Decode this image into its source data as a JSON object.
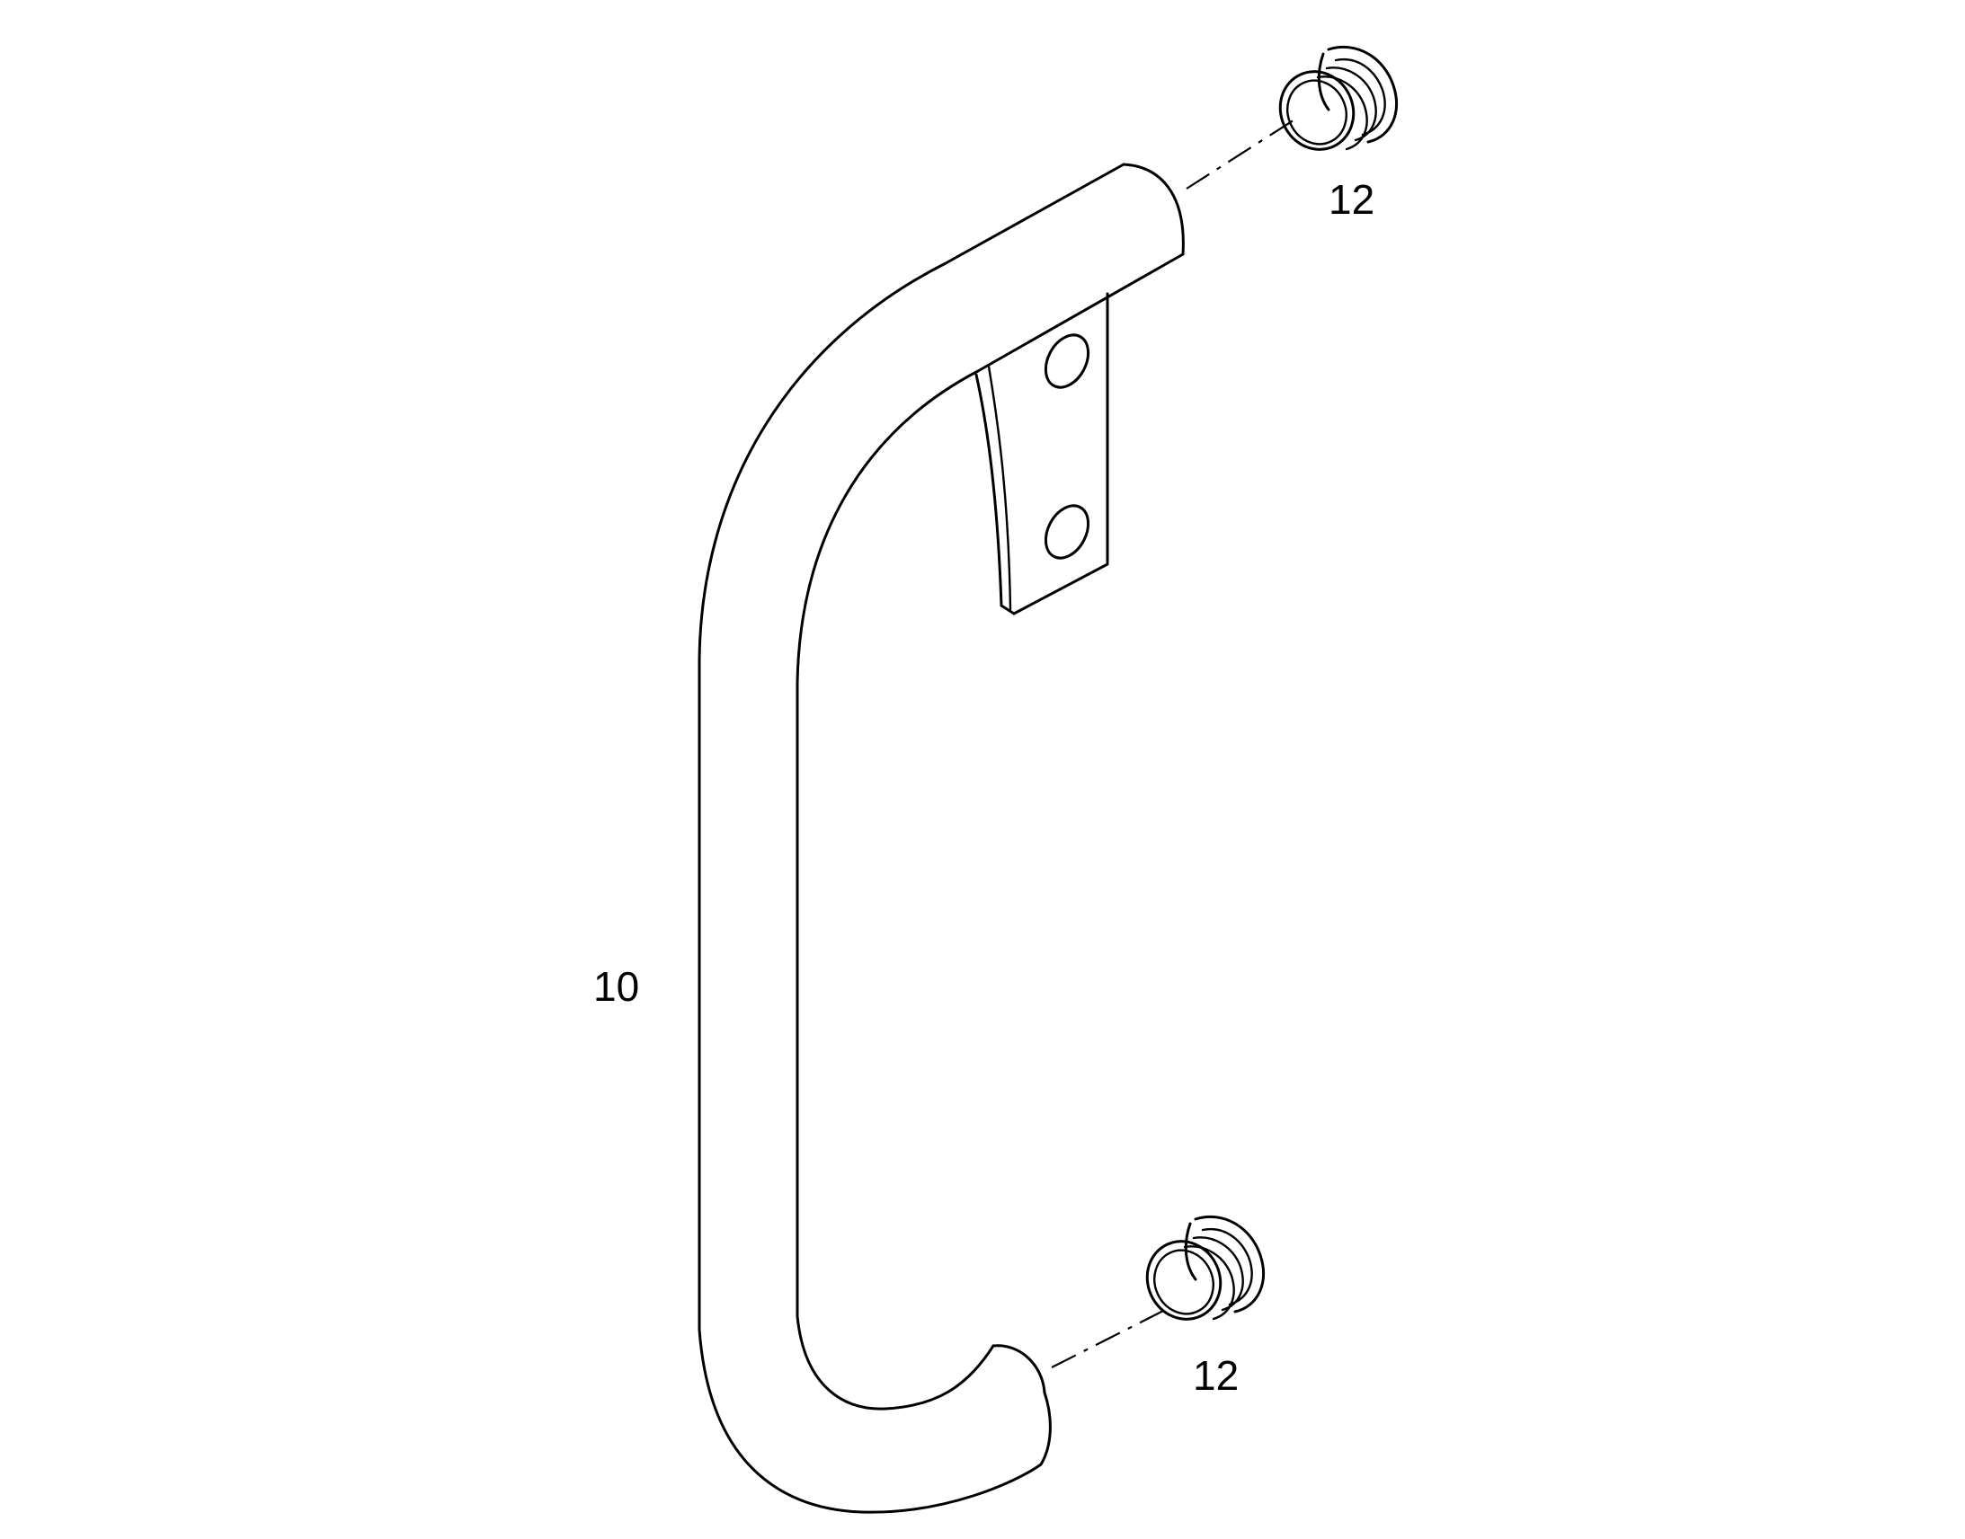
{
  "callouts": {
    "handle": "10",
    "plug_top": "12",
    "plug_bottom": "12"
  },
  "colors": {
    "line": "#000000",
    "background": "#ffffff"
  }
}
